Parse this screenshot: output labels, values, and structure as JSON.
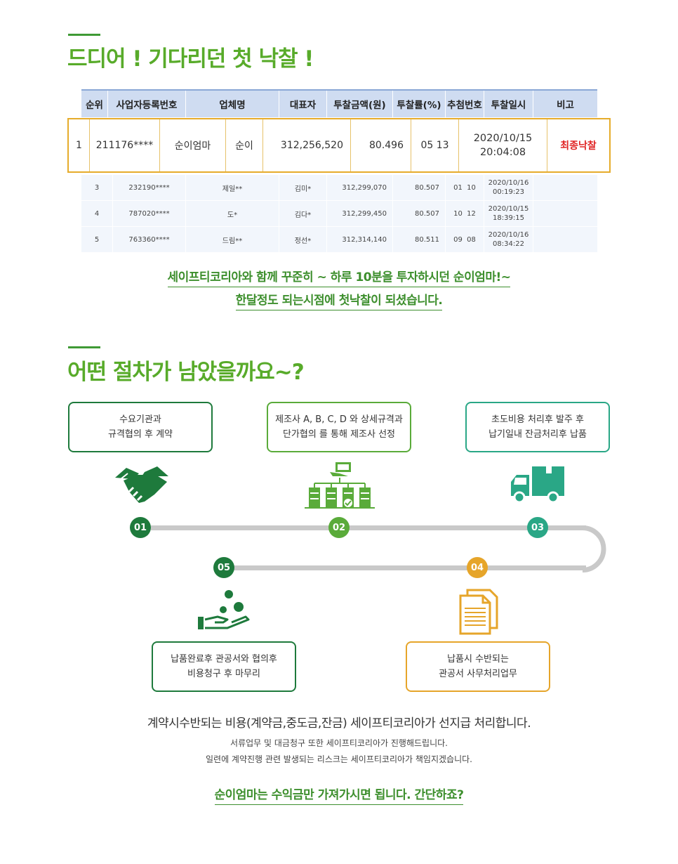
{
  "section1": {
    "title": "드디어 ! 기다리던 첫 낙찰 !"
  },
  "table": {
    "headers": [
      "순위",
      "사업자등록번호",
      "업체명",
      "대표자",
      "투찰금액(원)",
      "투찰률(%)",
      "추첨번호",
      "투찰일시",
      "비고"
    ],
    "winner": {
      "rank": "1",
      "biz_no": "211176****",
      "company": "순이엄마",
      "ceo": "순이",
      "amount": "312,256,520",
      "rate": "80.496",
      "draw": "05 13",
      "date": "2020/10/15",
      "time": "20:04:08",
      "note": "최종낙찰"
    },
    "rows": [
      {
        "rank": "3",
        "biz_no": "232190****",
        "company": "제일**",
        "ceo": "김미*",
        "amount": "312,299,070",
        "rate": "80.507",
        "draw": "01  10",
        "date": "2020/10/16",
        "time": "00:19:23"
      },
      {
        "rank": "4",
        "biz_no": "787020****",
        "company": "도*",
        "ceo": "김다*",
        "amount": "312,299,450",
        "rate": "80.507",
        "draw": "10  12",
        "date": "2020/10/15",
        "time": "18:39:15"
      },
      {
        "rank": "5",
        "biz_no": "763360****",
        "company": "드림**",
        "ceo": "정선*",
        "amount": "312,314,140",
        "rate": "80.511",
        "draw": "09  08",
        "date": "2020/10/16",
        "time": "08:34:22"
      }
    ]
  },
  "message1": {
    "line1": "세이프티코리아와 함께 꾸준히 ~ 하루 10분을 투자하시던 순이엄마!~",
    "line2": "한달정도 되는시점에 첫낙찰이 되셨습니다."
  },
  "section2": {
    "title": "어떤 절차가 남았을까요~?"
  },
  "process": {
    "box1": "수요기관과\n규격협의 후 계약",
    "box2": "제조사 A, B, C, D 와 상세규격과\n단가협의 를 통해 제조사 선정",
    "box3": "초도비용 처리후 발주 후\n납기일내 잔금처리후 납품",
    "box4": "납품시 수반되는\n관공서 사무처리업무",
    "box5": "납품완료후 관공서와 협의후\n비용청구 후 마무리",
    "steps": [
      "01",
      "02",
      "03",
      "04",
      "05"
    ],
    "colors": {
      "step1": "#1e7a3c",
      "step2": "#5aab3a",
      "step3": "#2aa786",
      "step4": "#e6a52a",
      "step5": "#1e7a3c"
    },
    "icons": [
      "handshake-icon",
      "manufacturer-network-icon",
      "delivery-truck-icon",
      "documents-icon",
      "coins-hand-icon"
    ]
  },
  "footer": {
    "main": "계약시수반되는 비용(계약금,중도금,잔금) 세이프티코리아가 선지급 처리합니다.",
    "sub1": "서류업무 및 대금청구 또한 세이프티코리아가 진행해드립니다.",
    "sub2": "일련에 계약진행 관련 발생되는 리스크는 세이프티코리아가 책임지겠습니다.",
    "closing": "순이엄마는 수익금만 가져가시면 됩니다. 간단하죠?"
  }
}
